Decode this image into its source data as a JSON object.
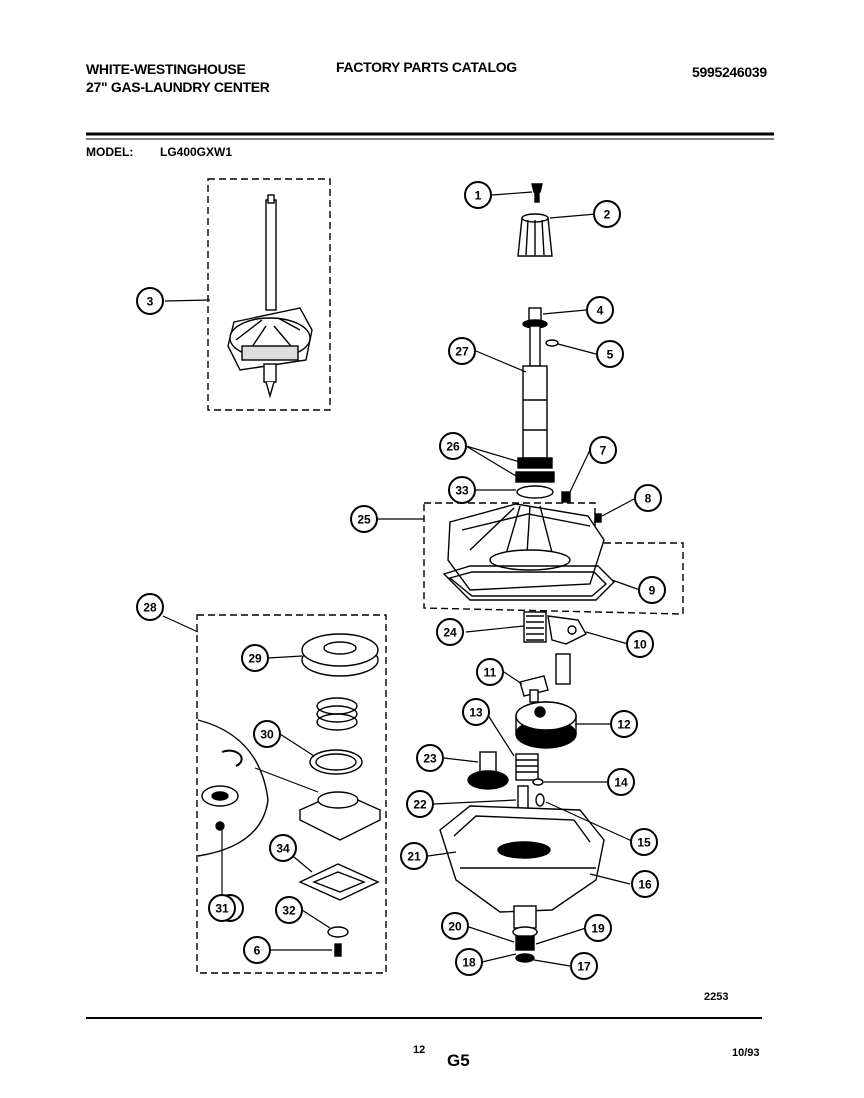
{
  "header": {
    "brand": "WHITE-WESTINGHOUSE",
    "product": "27\" GAS-LAUNDRY CENTER",
    "catalog_title": "FACTORY PARTS CATALOG",
    "catalog_number": "5995246039",
    "model_label": "MODEL:",
    "model_value": "LG400GXW1"
  },
  "callouts": [
    "1",
    "2",
    "3",
    "4",
    "5",
    "6",
    "6",
    "7",
    "8",
    "9",
    "10",
    "11",
    "12",
    "13",
    "14",
    "15",
    "16",
    "17",
    "18",
    "19",
    "20",
    "21",
    "22",
    "23",
    "24",
    "25",
    "26",
    "27",
    "28",
    "29",
    "30",
    "31",
    "32",
    "33",
    "34"
  ],
  "footer": {
    "diagram_code": "2253",
    "page_number": "12",
    "section_code": "G5",
    "date": "10/93"
  }
}
